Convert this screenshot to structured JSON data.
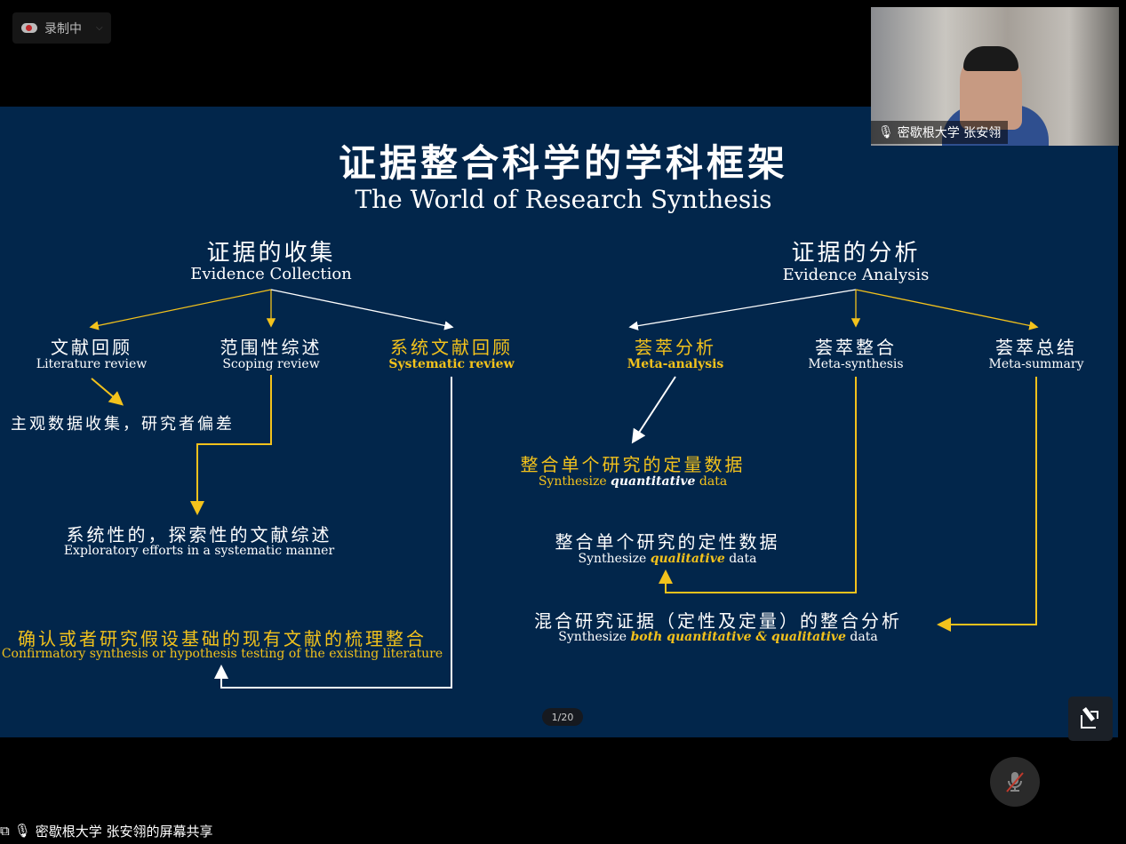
{
  "recording": {
    "label": "录制中"
  },
  "camera": {
    "name": "密歇根大学 张安翎"
  },
  "share": {
    "label": "密歇根大学 张安翎的屏幕共享"
  },
  "slide": {
    "title": "证据整合科学的学科框架",
    "subtitle": "The World of Research Synthesis",
    "collection": {
      "zh": "证据的收集",
      "en": "Evidence Collection"
    },
    "analysis": {
      "zh": "证据的分析",
      "en": "Evidence Analysis"
    },
    "lit": {
      "zh": "文献回顾",
      "en": "Literature review",
      "note": "主观数据收集，研究者偏差"
    },
    "scoping": {
      "zh": "范围性综述",
      "en": "Scoping review",
      "note_zh": "系统性的，探索性的文献综述",
      "note_en": "Exploratory efforts in a systematic manner"
    },
    "systematic": {
      "zh": "系统文献回顾",
      "en": "Systematic review",
      "note_zh": "确认或者研究假设基础的现有文献的梳理整合",
      "note_en": "Confirmatory synthesis or hypothesis testing of the existing literature"
    },
    "meta_analysis": {
      "zh": "荟萃分析",
      "en": "Meta-analysis",
      "note_zh": "整合单个研究的定量数据",
      "note_en_a": "Synthesize ",
      "note_en_b": "quantitative",
      "note_en_c": " data"
    },
    "meta_synthesis": {
      "zh": "荟萃整合",
      "en": "Meta-synthesis",
      "note_zh": "整合单个研究的定性数据",
      "note_en_a": "Synthesize ",
      "note_en_b": "qualitative",
      "note_en_c": " data"
    },
    "meta_summary": {
      "zh": "荟萃总结",
      "en": "Meta-summary",
      "note_zh": "混合研究证据（定性及定量）的整合分析",
      "note_en_a": "Synthesize ",
      "note_en_b": "both quantitative & qualitative",
      "note_en_c": " data"
    },
    "page": "1/20"
  },
  "colors": {
    "slide_bg": "#02264b",
    "accent": "#f3c21c"
  }
}
